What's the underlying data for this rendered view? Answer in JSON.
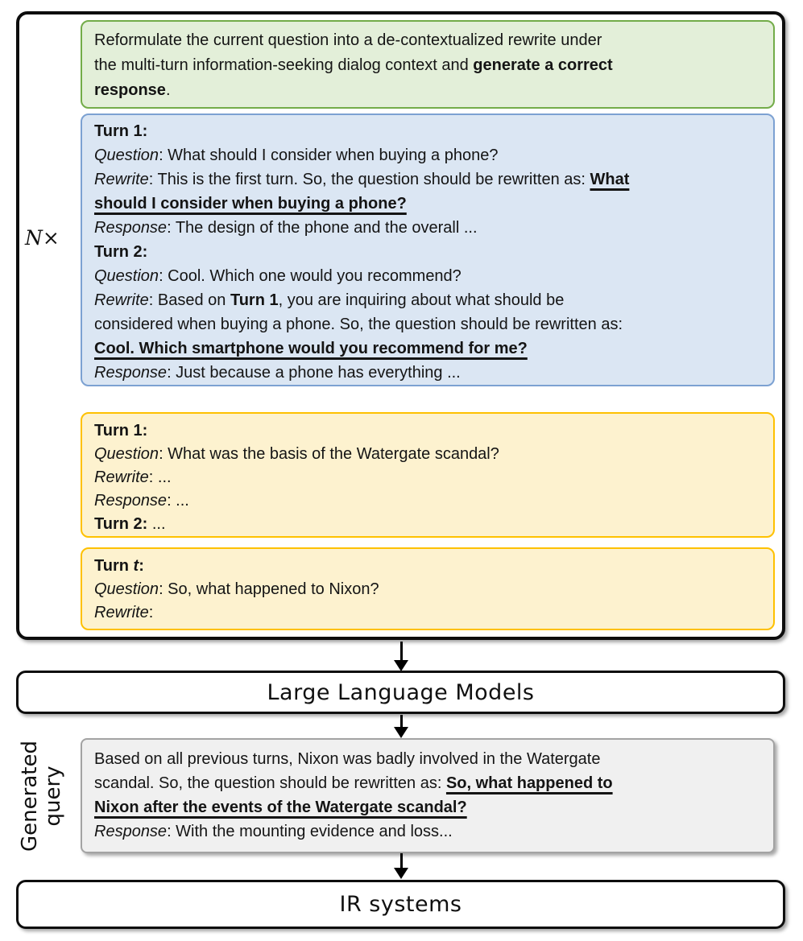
{
  "colors": {
    "box_border": "#0d0d0d",
    "instruction_fill": "#e3efd9",
    "instruction_border": "#73ac49",
    "demo_fill": "#dbe6f3",
    "demo_border": "#7ca1d2",
    "example_fill": "#fdf2cf",
    "example_border": "#fec101",
    "query_fill": "#f0f0f0",
    "query_border": "#a3a3a3"
  },
  "repeat_label": "N×",
  "instruction_box": {
    "lines": [
      [
        {
          "t": "Reformulate the current question into a de-contextualized rewrite under"
        }
      ],
      [
        {
          "t": "the multi-turn information-seeking dialog context and "
        },
        {
          "t": "generate a correct",
          "s": "b"
        }
      ],
      [
        {
          "t": "response",
          "s": "b"
        },
        {
          "t": "."
        }
      ]
    ]
  },
  "demo_box": {
    "lines": [
      [
        {
          "t": "Turn 1:",
          "s": "b"
        }
      ],
      [
        {
          "t": "Question",
          "s": "i"
        },
        {
          "t": ": What should I consider when buying a phone?"
        }
      ],
      [
        {
          "t": "Rewrite",
          "s": "i"
        },
        {
          "t": ": This is the first turn. So, the question should be rewritten as: "
        },
        {
          "t": "What",
          "s": "bu"
        }
      ],
      [
        {
          "t": "should I consider when buying a phone?",
          "s": "bu"
        }
      ],
      [
        {
          "t": "Response",
          "s": "i"
        },
        {
          "t": ": The design of the phone and the overall ..."
        }
      ],
      [
        {
          "t": "Turn 2:",
          "s": "b"
        }
      ],
      [
        {
          "t": "Question",
          "s": "i"
        },
        {
          "t": ": Cool. Which one would you recommend?"
        }
      ],
      [
        {
          "t": "Rewrite",
          "s": "i"
        },
        {
          "t": ": Based on "
        },
        {
          "t": "Turn 1",
          "s": "b"
        },
        {
          "t": ", you are inquiring about what should be"
        }
      ],
      [
        {
          "t": "considered when buying a phone. So, the question should be rewritten as:"
        }
      ],
      [
        {
          "t": "Cool. Which smartphone would you recommend for me?",
          "s": "bu"
        }
      ],
      [
        {
          "t": "Response",
          "s": "i"
        },
        {
          "t": ": Just because a phone has everything ..."
        }
      ]
    ]
  },
  "example_box_1": {
    "lines": [
      [
        {
          "t": "Turn 1:",
          "s": "b"
        }
      ],
      [
        {
          "t": "Question",
          "s": "i"
        },
        {
          "t": ": What was the basis of the Watergate scandal?"
        }
      ],
      [
        {
          "t": "Rewrite",
          "s": "i"
        },
        {
          "t": ": ..."
        }
      ],
      [
        {
          "t": "Response",
          "s": "i"
        },
        {
          "t": ": ..."
        }
      ],
      [
        {
          "t": "Turn 2:",
          "s": "b"
        },
        {
          "t": " ..."
        }
      ]
    ]
  },
  "example_box_2": {
    "lines": [
      [
        {
          "t": "Turn ",
          "s": "b"
        },
        {
          "t": "t",
          "s": "bi"
        },
        {
          "t": ":",
          "s": "b"
        }
      ],
      [
        {
          "t": "Question",
          "s": "i"
        },
        {
          "t": ": So, what happened to Nixon?"
        }
      ],
      [
        {
          "t": "Rewrite",
          "s": "i"
        },
        {
          "t": ":"
        }
      ]
    ]
  },
  "llm_box": {
    "label": "Large Language Models"
  },
  "generated_query_label": {
    "lines": [
      [
        {
          "t": "Generated"
        }
      ],
      [
        {
          "t": "query"
        }
      ]
    ]
  },
  "query_box": {
    "lines": [
      [
        {
          "t": "Based on all previous turns, Nixon was badly involved in the Watergate"
        }
      ],
      [
        {
          "t": "scandal. So, the question should be rewritten as: "
        },
        {
          "t": "So, what happened to",
          "s": "bu"
        }
      ],
      [
        {
          "t": "Nixon after the events of the Watergate scandal?",
          "s": "bu"
        }
      ],
      [
        {
          "t": "Response",
          "s": "i"
        },
        {
          "t": ": With the mounting evidence and loss..."
        }
      ]
    ]
  },
  "ir_box": {
    "label": "IR systems"
  }
}
